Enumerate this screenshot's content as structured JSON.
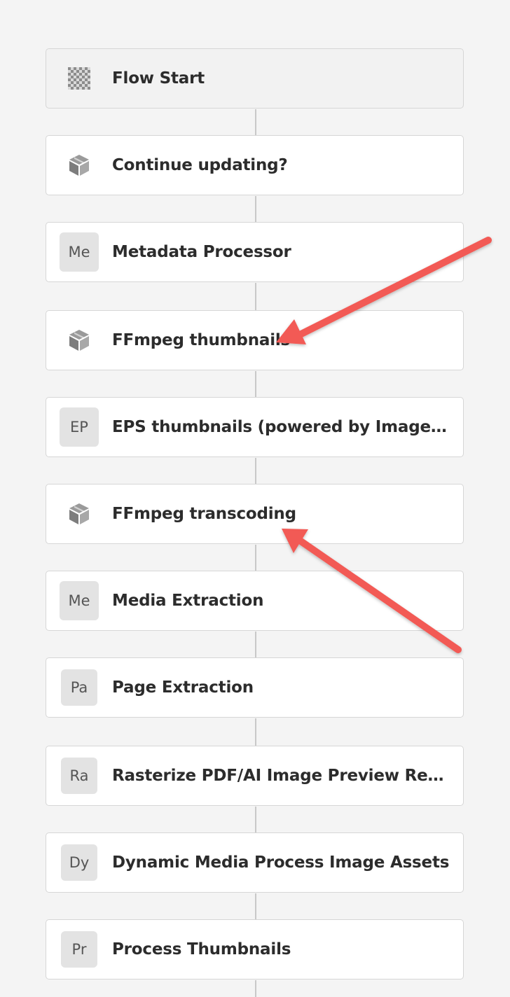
{
  "workflow": {
    "steps": [
      {
        "label": "Flow Start",
        "icon": "checkerboard-icon"
      },
      {
        "label": "Continue updating?",
        "icon": "cube-icon"
      },
      {
        "label": "Metadata Processor",
        "icon": "badge",
        "badge": "Me"
      },
      {
        "label": "FFmpeg thumbnails",
        "icon": "cube-icon"
      },
      {
        "label": "EPS thumbnails (powered by ImageMa…",
        "icon": "badge",
        "badge": "EP"
      },
      {
        "label": "FFmpeg transcoding",
        "icon": "cube-icon"
      },
      {
        "label": "Media Extraction",
        "icon": "badge",
        "badge": "Me"
      },
      {
        "label": "Page Extraction",
        "icon": "badge",
        "badge": "Pa"
      },
      {
        "label": "Rasterize PDF/AI Image Preview Rendi…",
        "icon": "badge",
        "badge": "Ra"
      },
      {
        "label": "Dynamic Media Process Image Assets",
        "icon": "badge",
        "badge": "Dy"
      },
      {
        "label": "Process Thumbnails",
        "icon": "badge",
        "badge": "Pr"
      }
    ]
  },
  "colors": {
    "background": "#f4f4f4",
    "card": "#ffffff",
    "start_card": "#f2f2f2",
    "border": "#d6d6d6",
    "connector": "#c8c8c8",
    "badge_bg": "#e3e3e3",
    "text": "#2c2c2c",
    "annotation_arrow": "#f25a55"
  }
}
